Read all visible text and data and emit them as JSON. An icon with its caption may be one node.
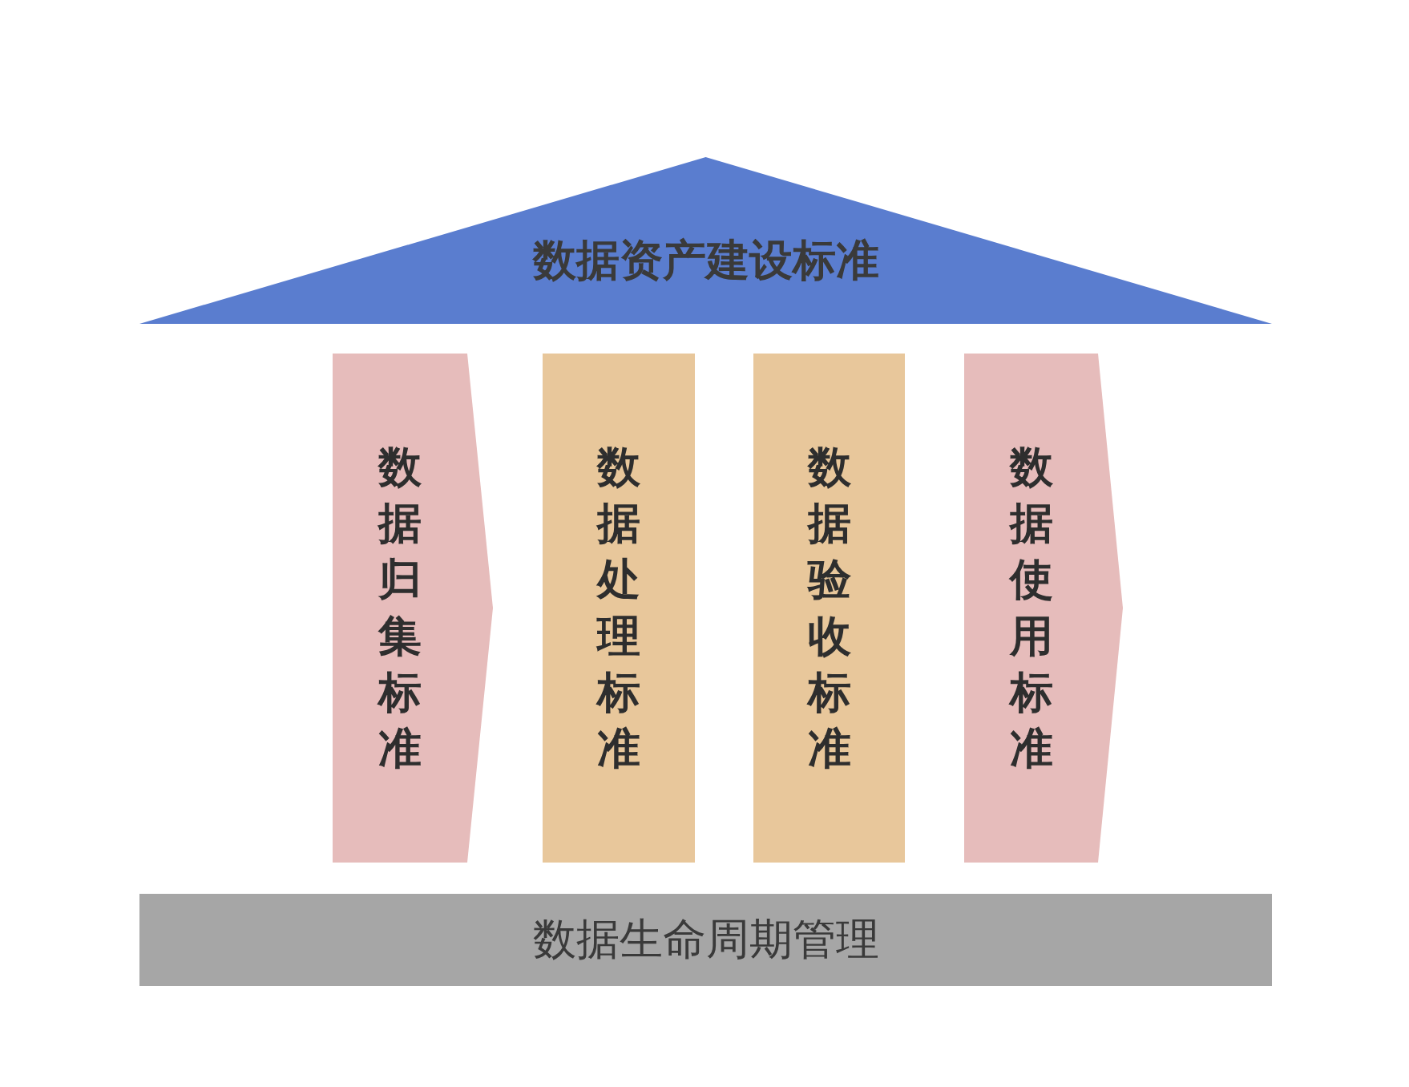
{
  "diagram": {
    "nodes": [
      {
        "text": [
          "数据资产建设标准"
        ]
      },
      {
        "text": [
          "数据归集标准"
        ]
      },
      {
        "text": [
          "数据处理标准"
        ]
      },
      {
        "text": [
          "数据验收标准"
        ]
      },
      {
        "text": [
          "数据使用标准"
        ]
      },
      {
        "text": [
          "数据生命周期管理"
        ]
      }
    ]
  }
}
